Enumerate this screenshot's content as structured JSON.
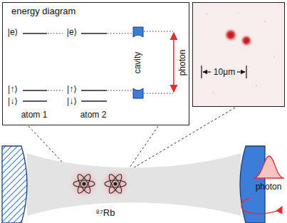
{
  "diagram": {
    "nodes": [
      {
        "text": [
          "energy diagram"
        ]
      },
      {
        "text": [
          "10μm"
        ]
      }
    ],
    "labels": [
      "|e⟩",
      "|e⟩",
      "|↑⟩",
      "|↑⟩",
      "|↓⟩",
      "|↓⟩",
      "atom 1",
      "atom 2",
      "cavity",
      "photon",
      "⁸⁷Rb",
      "photon"
    ]
  }
}
